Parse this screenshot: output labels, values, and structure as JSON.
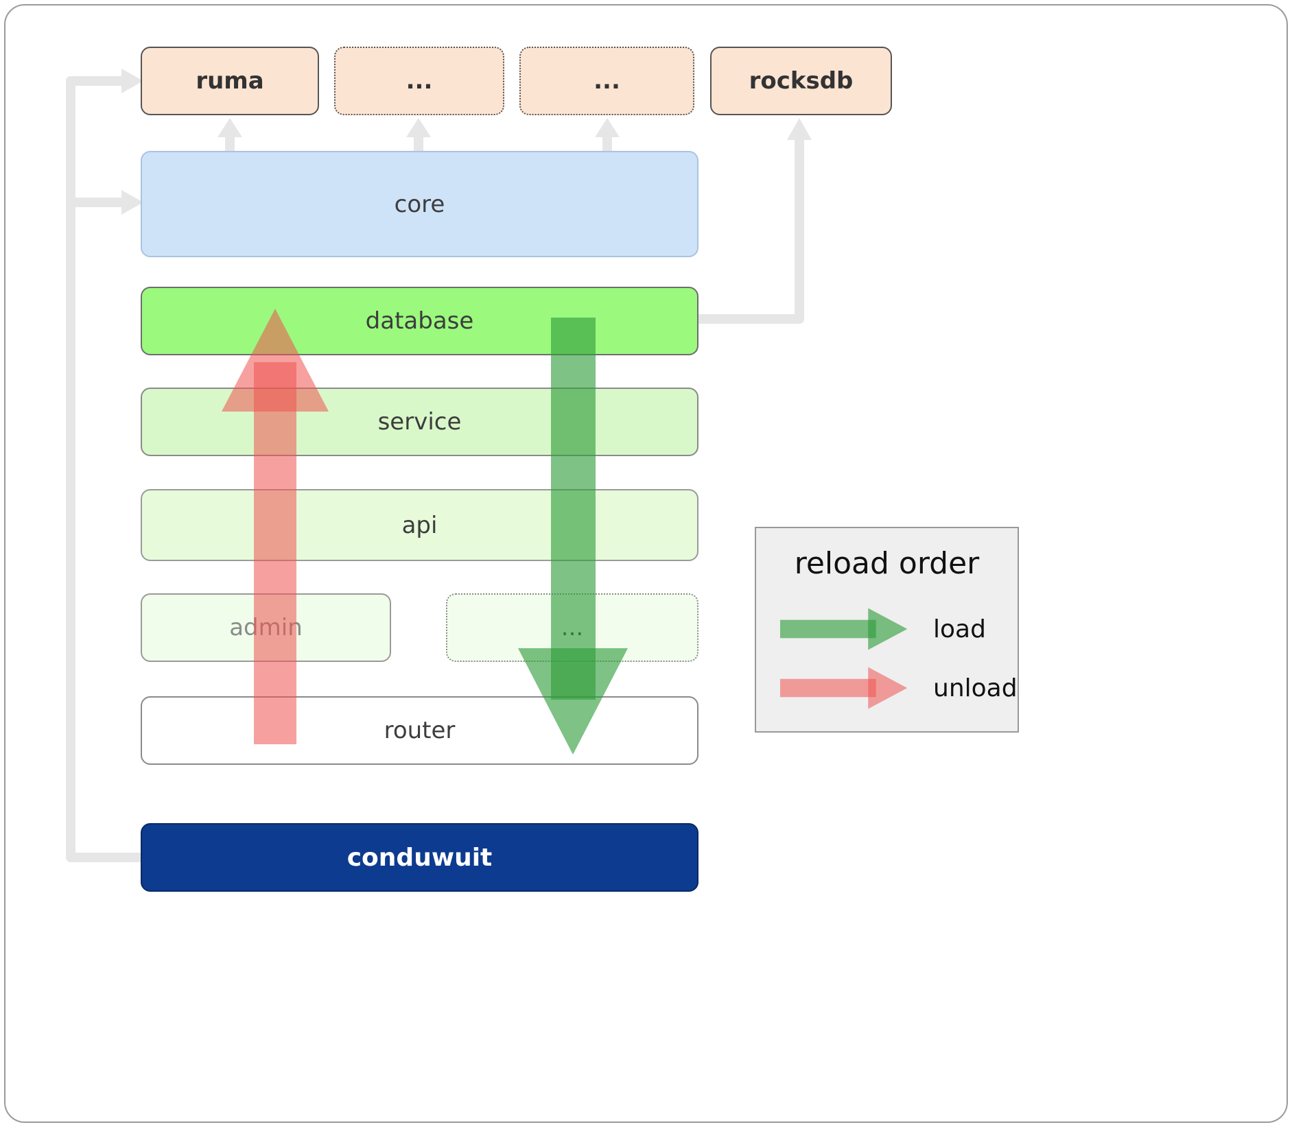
{
  "nodes": {
    "ruma": "ruma",
    "dep_ellipsis_1": "...",
    "dep_ellipsis_2": "...",
    "rocksdb": "rocksdb",
    "core": "core",
    "database": "database",
    "service": "service",
    "api": "api",
    "admin": "admin",
    "module_ellipsis": "...",
    "router": "router",
    "conduwuit": "conduwuit"
  },
  "legend": {
    "title": "reload order",
    "load_label": "load",
    "unload_label": "unload"
  },
  "colors": {
    "dependency_fill": "#fce4d3",
    "core_fill": "#cfe3f8",
    "database_fill": "#9bf97e",
    "service_fill": "#d9f8c9",
    "api_fill": "#e7fbdb",
    "admin_fill": "#f0fdea",
    "router_fill": "#ffffff",
    "conduwuit_fill": "#0d3b8f",
    "load_arrow": "#2e9d3a",
    "unload_arrow": "#ef5350",
    "connector": "#e6e6e6"
  }
}
